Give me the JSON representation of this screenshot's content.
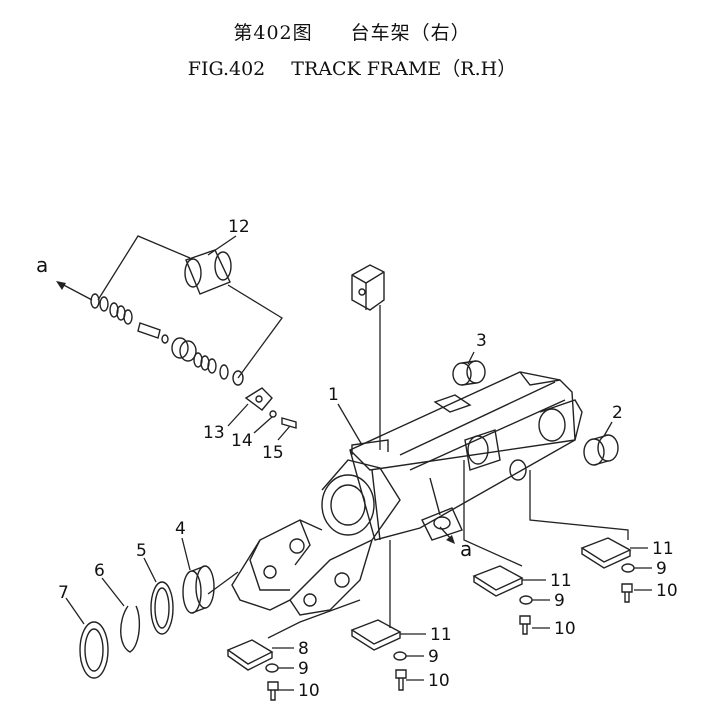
{
  "header": {
    "cn_fig": "第402图",
    "cn_title": "台车架（右）",
    "en_fig": "FIG.402",
    "en_title": "TRACK FRAME（R.H）"
  },
  "callouts": {
    "p1": "1",
    "p2": "2",
    "p3": "3",
    "p4": "4",
    "p5": "5",
    "p6": "6",
    "p7": "7",
    "p8": "8",
    "p9_a": "9",
    "p9_b": "9",
    "p9_c": "9",
    "p9_d": "9",
    "p10_a": "10",
    "p10_b": "10",
    "p10_c": "10",
    "p10_d": "10",
    "p11_a": "11",
    "p11_b": "11",
    "p11_c": "11",
    "p12": "12",
    "p13": "13",
    "p14": "14",
    "p15": "15",
    "ref_a_1": "a",
    "ref_a_2": "a"
  }
}
